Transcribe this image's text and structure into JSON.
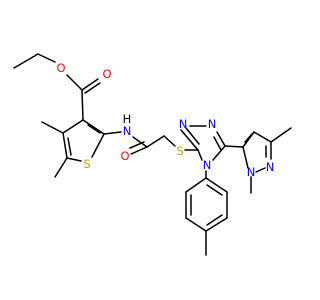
{
  "structure": {
    "atom_labels": {
      "ester_O_carbonyl": "O",
      "ester_O_single": "O",
      "amide_N": "N",
      "amide_H": "H",
      "thiophene_S": "S",
      "amide_O": "O",
      "thioether_S": "S",
      "triazole_N1": "N",
      "triazole_N2": "N",
      "triazole_N4": "N",
      "pyrazole_N1": "N",
      "pyrazole_N2": "N"
    },
    "colors": {
      "bond": "#000000",
      "oxygen": "#ff0000",
      "nitrogen": "#0000ff",
      "sulfur": "#b5a500",
      "hydrogen": "#000000"
    }
  }
}
